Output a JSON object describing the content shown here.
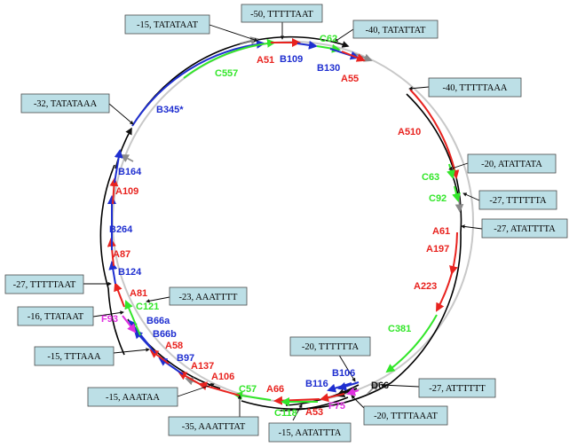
{
  "boxes": [
    {
      "id": "b1",
      "text": "-15, TATATAAT"
    },
    {
      "id": "b2",
      "text": "-50, TTTTTAAT"
    },
    {
      "id": "b3",
      "text": "-40, TATATTAT"
    },
    {
      "id": "b4",
      "text": "-40, TTTTTAAA"
    },
    {
      "id": "b5",
      "text": "-32, TATATAAA"
    },
    {
      "id": "b6",
      "text": "-20, ATATTATA"
    },
    {
      "id": "b7",
      "text": "-27, TTTTTTA"
    },
    {
      "id": "b8",
      "text": "-27, ATATTTTA"
    },
    {
      "id": "b9",
      "text": "-27, TTTTTAAT"
    },
    {
      "id": "b10",
      "text": "-23, AAATTTT"
    },
    {
      "id": "b11",
      "text": "-16, TTATAAT"
    },
    {
      "id": "b12",
      "text": "-15, TTTAAA"
    },
    {
      "id": "b13",
      "text": "-20, TTTTTTA"
    },
    {
      "id": "b14",
      "text": "-27, ATTTTTT"
    },
    {
      "id": "b15",
      "text": "-15, AAATAA"
    },
    {
      "id": "b16",
      "text": "-20, TTTTAAAT"
    },
    {
      "id": "b17",
      "text": "-35, AAATTTAT"
    },
    {
      "id": "b18",
      "text": "-15, AATATTTA"
    }
  ],
  "genes": [
    {
      "id": "A51",
      "label": "A51",
      "color": "#e8231f"
    },
    {
      "id": "B109",
      "label": "B109",
      "color": "#1f2fd0"
    },
    {
      "id": "C62",
      "label": "C62",
      "color": "#33e62a"
    },
    {
      "id": "C557",
      "label": "C557",
      "color": "#33e62a"
    },
    {
      "id": "B130",
      "label": "B130",
      "color": "#1f2fd0"
    },
    {
      "id": "A55",
      "label": "A55",
      "color": "#e8231f"
    },
    {
      "id": "B345",
      "label": "B345*",
      "color": "#1f2fd0"
    },
    {
      "id": "A510",
      "label": "A510",
      "color": "#e8231f"
    },
    {
      "id": "B164",
      "label": "B164",
      "color": "#1f2fd0"
    },
    {
      "id": "A109",
      "label": "A109",
      "color": "#e8231f"
    },
    {
      "id": "C63",
      "label": "C63",
      "color": "#33e62a"
    },
    {
      "id": "C92",
      "label": "C92",
      "color": "#33e62a"
    },
    {
      "id": "B264",
      "label": "B264",
      "color": "#1f2fd0"
    },
    {
      "id": "A61",
      "label": "A61",
      "color": "#e8231f"
    },
    {
      "id": "A197",
      "label": "A197",
      "color": "#e8231f"
    },
    {
      "id": "A87",
      "label": "A87",
      "color": "#e8231f"
    },
    {
      "id": "B124",
      "label": "B124",
      "color": "#1f2fd0"
    },
    {
      "id": "A223",
      "label": "A223",
      "color": "#e8231f"
    },
    {
      "id": "A81",
      "label": "A81",
      "color": "#e8231f"
    },
    {
      "id": "C121",
      "label": "C121",
      "color": "#33e62a"
    },
    {
      "id": "F93",
      "label": "F93",
      "color": "#e031e0"
    },
    {
      "id": "B66a",
      "label": "B66a",
      "color": "#1f2fd0"
    },
    {
      "id": "B66b",
      "label": "B66b",
      "color": "#1f2fd0"
    },
    {
      "id": "C381",
      "label": "C381",
      "color": "#33e62a"
    },
    {
      "id": "A58",
      "label": "A58",
      "color": "#e8231f"
    },
    {
      "id": "B97",
      "label": "B97",
      "color": "#1f2fd0"
    },
    {
      "id": "A137",
      "label": "A137",
      "color": "#e8231f"
    },
    {
      "id": "B106",
      "label": "B106",
      "color": "#1f2fd0"
    },
    {
      "id": "A106",
      "label": "A106",
      "color": "#e8231f"
    },
    {
      "id": "B116",
      "label": "B116",
      "color": "#1f2fd0"
    },
    {
      "id": "C57",
      "label": "C57",
      "color": "#33e62a"
    },
    {
      "id": "A66",
      "label": "A66",
      "color": "#e8231f"
    },
    {
      "id": "D66",
      "label": "D66",
      "color": "#111111"
    },
    {
      "id": "C118",
      "label": "C118",
      "color": "#33e62a"
    },
    {
      "id": "A53",
      "label": "A53",
      "color": "#e8231f"
    },
    {
      "id": "F75",
      "label": "F75",
      "color": "#e031e0"
    }
  ],
  "colors": {
    "genome_circle": "#c8c8c8",
    "transcript": "#000000",
    "end_arrow": "#8a8a8a",
    "box_fill": "#bcdfe6"
  }
}
